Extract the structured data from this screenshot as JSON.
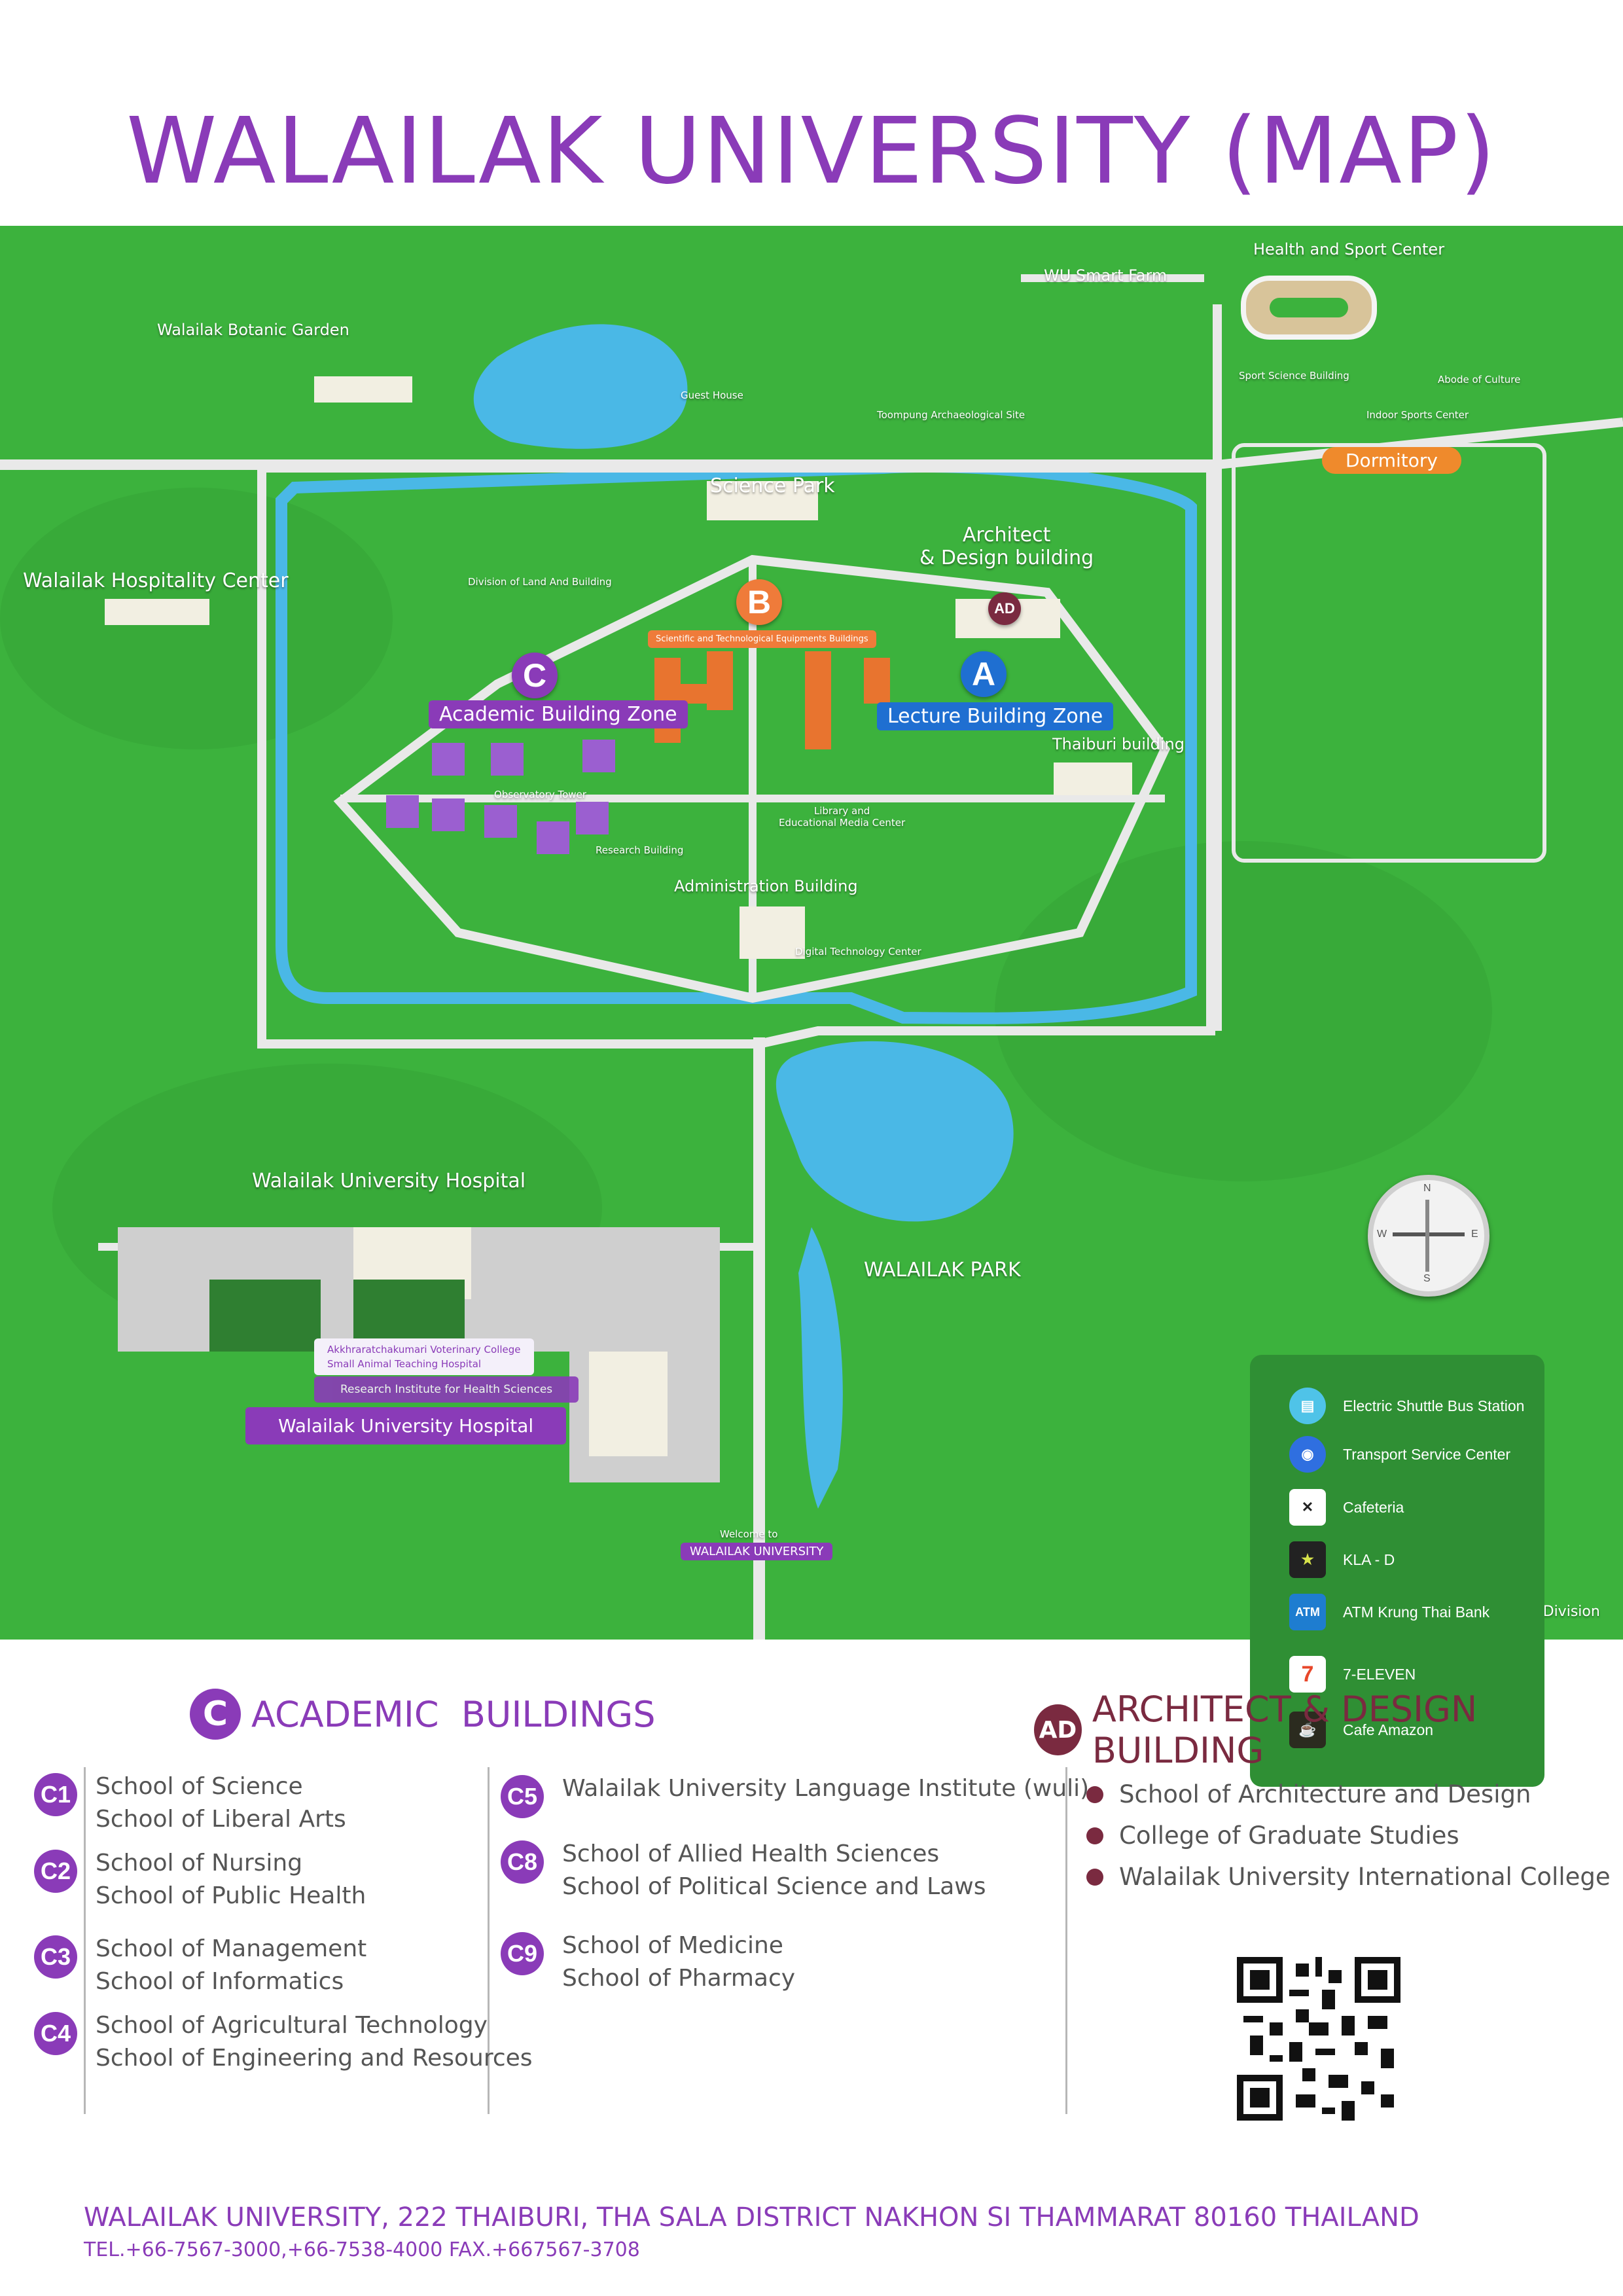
{
  "title": "WALAILAK UNIVERSITY (MAP)",
  "map": {
    "places": {
      "botanic_garden": "Walailak Botanic Garden",
      "guest_house": "Guest House",
      "smart_farm": "WU Smart Farm",
      "health_sport": "Health and Sport Center",
      "sport_science": "Sport Science Building",
      "abode_culture": "Abode of Culture",
      "indoor_sports": "Indoor Sports Center",
      "archaeological": "Toompung Archaeological Site",
      "science_park": "Science Park",
      "architect": "Architect\n& Design building",
      "hospitality": "Walailak Hospitality Center",
      "land_building": "Division of Land And Building",
      "sci_tech": "Scientific and Technological Equipments Buildings",
      "academic_zone": "Academic Building Zone",
      "lecture_zone": "Lecture Building Zone",
      "thaiburi": "Thaiburi building",
      "observatory": "Observatory Tower",
      "library": "Library and\nEducational Media Center",
      "research_building": "Research Building",
      "administration": "Administration Building",
      "digital_tech": "Digital Technology Center",
      "dormitory": "Dormitory",
      "hospital_top": "Walailak University Hospital",
      "vet_college": "Akkhraratchakumari Voterinary College\nSmall Animal Teaching Hospital",
      "research_institute": "Research Institute for Health Sciences",
      "hospital_label": "Walailak University Hospital",
      "park": "WALAILAK PARK",
      "welcome": "Welcome to",
      "welcome_sign": "WALAILAK UNIVERSITY",
      "division": "Organizational Communication Division"
    },
    "zone_letters": {
      "a": "A",
      "b": "B",
      "c": "C",
      "ad": "AD"
    },
    "legend": [
      {
        "label": "Electric Shuttle Bus Station",
        "icon": "shuttle-bus-icon"
      },
      {
        "label": "Transport Service Center",
        "icon": "van-icon"
      },
      {
        "label": "Cafeteria",
        "icon": "fork-knife-icon"
      },
      {
        "label": "KLA - D",
        "icon": "kla-d-icon"
      },
      {
        "label": "ATM Krung Thai Bank",
        "icon": "atm-icon",
        "text": "ATM"
      },
      {
        "label": "7-ELEVEN",
        "icon": "seven-eleven-icon",
        "text": "7"
      },
      {
        "label": "Cafe Amazon",
        "icon": "cafe-amazon-icon"
      }
    ],
    "compass": {
      "n": "N",
      "s": "S",
      "e": "E",
      "w": "W"
    }
  },
  "academic": {
    "heading_letter": "C",
    "heading": "ACADEMIC  BUILDINGS",
    "entries": [
      {
        "code": "C1",
        "lines": [
          "School of Science",
          "School of Liberal Arts"
        ]
      },
      {
        "code": "C2",
        "lines": [
          "School of Nursing",
          "School of Public Health"
        ]
      },
      {
        "code": "C3",
        "lines": [
          "School of Management",
          "School of Informatics"
        ]
      },
      {
        "code": "C4",
        "lines": [
          "School of Agricultural Technology",
          "School of Engineering and Resources"
        ]
      },
      {
        "code": "C5",
        "lines": [
          "Walailak University Language Institute (wuli)"
        ]
      },
      {
        "code": "C8",
        "lines": [
          "School of Allied Health Sciences",
          "School of Political Science and Laws"
        ]
      },
      {
        "code": "C9",
        "lines": [
          "School of Medicine",
          "School of Pharmacy"
        ]
      }
    ]
  },
  "architect": {
    "heading_letter": "AD",
    "heading": "ARCHITECT & DESIGN BUILDING",
    "items": [
      "School of Architecture and Design",
      "College of Graduate Studies",
      "Walailak University International College"
    ]
  },
  "footer": {
    "address": "WALAILAK UNIVERSITY, 222 THAIBURI, THA SALA DISTRICT NAKHON SI THAMMARAT 80160 THAILAND",
    "contact": "TEL.+66-7567-3000,+66-7538-4000 FAX.+667567-3708"
  },
  "colors": {
    "grass": "#39b53a",
    "water": "#4ab8e6",
    "purple": "#8a3bb8",
    "blue": "#1f6fd1",
    "orange": "#ef7b3a",
    "ad": "#7a2a40"
  }
}
